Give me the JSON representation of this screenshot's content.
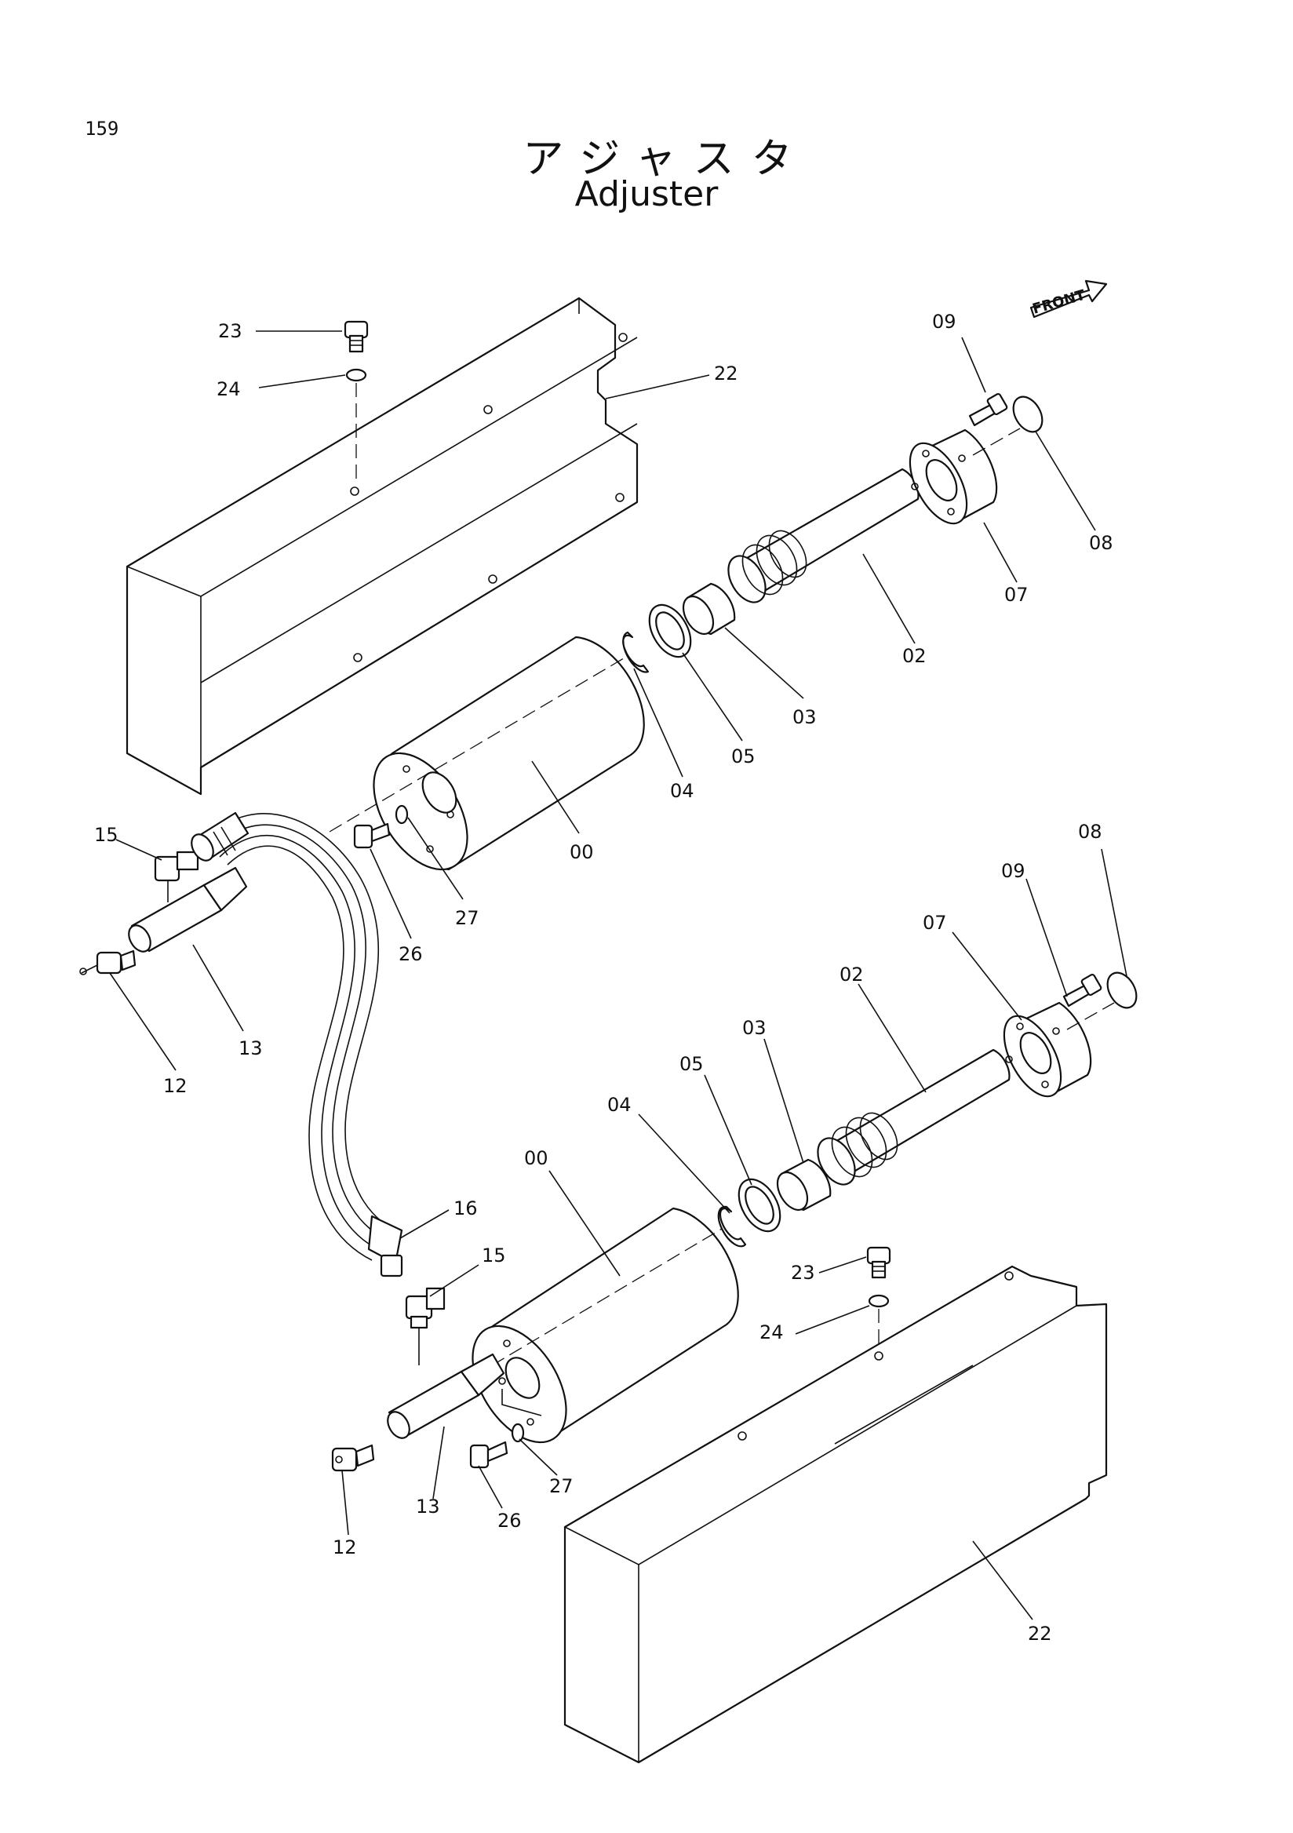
{
  "page_number": "159",
  "title_jp": "アジャスタ",
  "title_en": "Adjuster",
  "front_marker": "FRONT",
  "callouts": {
    "upper_23": "23",
    "upper_24": "24",
    "upper_22": "22",
    "upper_09": "09",
    "upper_08": "08",
    "upper_07": "07",
    "upper_02": "02",
    "upper_03": "03",
    "upper_05": "05",
    "upper_04": "04",
    "upper_00": "00",
    "upper_27": "27",
    "upper_26": "26",
    "upper_15": "15",
    "upper_13": "13",
    "upper_12": "12",
    "lower_08": "08",
    "lower_09": "09",
    "lower_07": "07",
    "lower_02": "02",
    "lower_03": "03",
    "lower_05": "05",
    "lower_04": "04",
    "lower_00": "00",
    "lower_16": "16",
    "lower_15": "15",
    "lower_23": "23",
    "lower_24": "24",
    "lower_13": "13",
    "lower_27": "27",
    "lower_26": "26",
    "lower_12": "12",
    "lower_22": "22"
  }
}
